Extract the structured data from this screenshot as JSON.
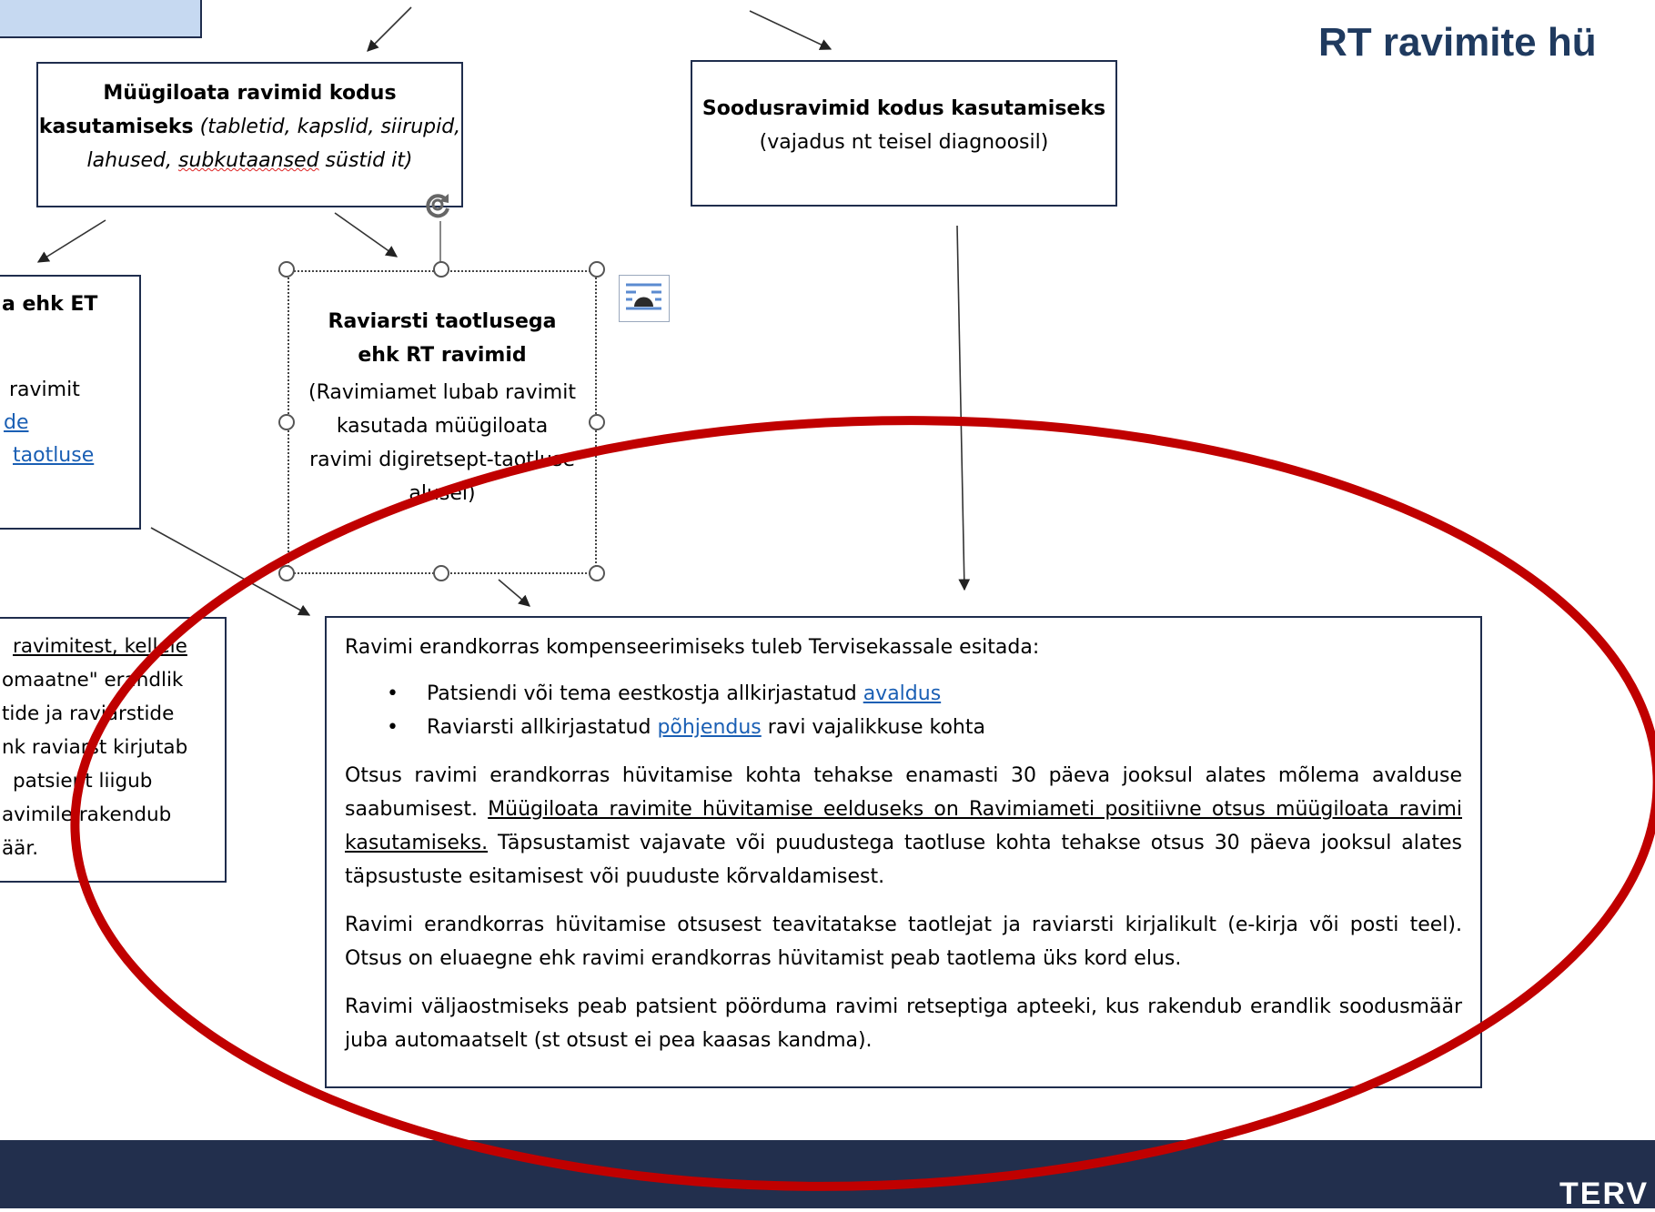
{
  "slide": {
    "title_visible": "RT ravimite hü",
    "footer_logo_visible": "TERV",
    "footer_color": "#222f4d",
    "accent_red": "#c00000",
    "frame_border": "#1f2d4d"
  },
  "box_top_left": {
    "bold_text": "Müügiloata ravimid kodus kasutamiseks",
    "italic_open": "(tabletid, kapslid, siirupid, lahused, ",
    "italic_squiggle": "subkutaansed",
    "italic_close": " süstid it)"
  },
  "box_top_right": {
    "bold_text": "Soodusravimid kodus kasutamiseks",
    "plain_text": "(vajadus nt teisel diagnoosil)"
  },
  "box_left_partial": {
    "line1": "a ehk ET",
    "line2": "ravimit",
    "line3_link": "de",
    "line4_link": "taotluse"
  },
  "box_selected": {
    "bold_text": "Raviarsti taotlusega ehk RT ravimid",
    "plain_text": "(Ravimiamet lubab ravimit kasutada müügiloata ravimi digiretsept-taotluse alusel)"
  },
  "box_left_bottom": {
    "lines": [
      "ravimitest, kellele",
      "omaatne\" erandlik",
      "tide ja raviarstide",
      "nk raviarst kirjutab",
      "patsient liigub",
      "avimile rakendub",
      "äär."
    ]
  },
  "box_main": {
    "intro": "Ravimi erandkorras kompenseerimiseks tuleb Tervisekassale esitada:",
    "bullets": [
      {
        "before": "Patsiendi või tema eestkostja allkirjastatud ",
        "link": "avaldus",
        "after": ""
      },
      {
        "before": "Raviarsti allkirjastatud ",
        "link": "põhjendus",
        "after": " ravi vajalikkuse kohta"
      }
    ],
    "para1_a": "Otsus ravimi erandkorras hüvitamise kohta tehakse enamasti 30 päeva jooksul alates mõlema avalduse saabumisest. ",
    "para1_underline": "Müügiloata ravimite hüvitamise eelduseks on Ravimiameti positiivne otsus müügiloata ravimi kasutamiseks.",
    "para1_b": " Täpsustamist vajavate või puudustega taotluse kohta tehakse otsus 30 päeva jooksul alates täpsustuste esitamisest või puuduste kõrvaldamisest.",
    "para2": "Ravimi erandkorras hüvitamise otsusest teavitatakse taotlejat ja raviarsti kirjalikult (e-kirja või posti teel). Otsus on eluaegne ehk ravimi erandkorras hüvitamist peab taotlema üks kord elus.",
    "para3": "Ravimi väljaostmiseks peab patsient pöörduma ravimi retseptiga apteeki, kus rakendub erandlik soodusmäär juba automaatselt (st otsust ei pea kaasas kandma)."
  }
}
